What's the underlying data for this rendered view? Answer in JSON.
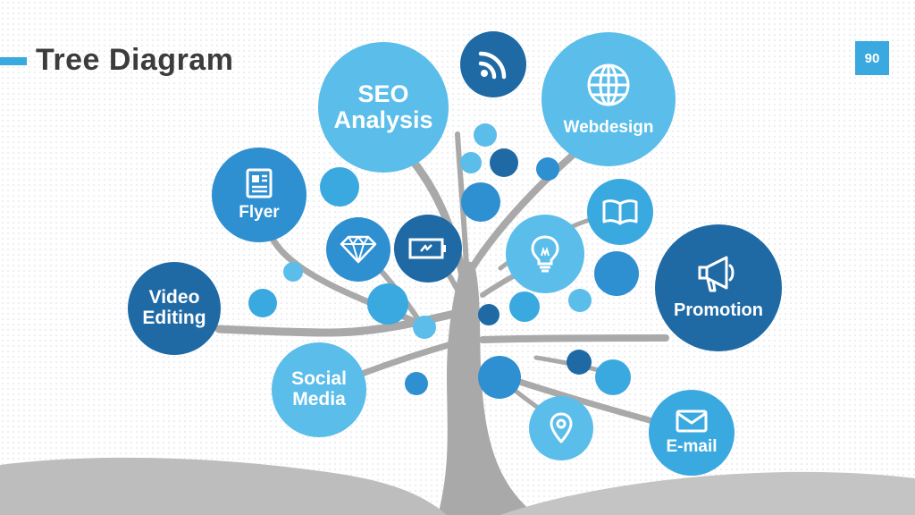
{
  "slide": {
    "title": "Tree Diagram",
    "page_number": "90"
  },
  "nodes": {
    "seo": {
      "label_line1": "SEO",
      "label_line2": "Analysis"
    },
    "webdesign": {
      "label": "Webdesign",
      "icon": "globe-icon"
    },
    "flyer": {
      "label": "Flyer",
      "icon": "document-icon"
    },
    "video": {
      "label_line1": "Video",
      "label_line2": "Editing"
    },
    "promotion": {
      "label": "Promotion",
      "icon": "megaphone-icon"
    },
    "social": {
      "label_line1": "Social",
      "label_line2": "Media"
    },
    "email": {
      "label": "E-mail",
      "icon": "envelope-icon"
    },
    "rss": {
      "icon": "rss-icon"
    },
    "diamond": {
      "icon": "diamond-icon"
    },
    "battery": {
      "icon": "battery-icon"
    },
    "bulb": {
      "icon": "lightbulb-icon"
    },
    "book": {
      "icon": "open-book-icon"
    },
    "pin": {
      "icon": "location-pin-icon"
    }
  },
  "colors": {
    "light_blue": "#5bbde9",
    "mid_blue": "#2e8fd1",
    "dark_blue": "#1f6aa5",
    "trunk_gray": "#a9a9a9",
    "ground_gray": "#b9b9b9"
  }
}
